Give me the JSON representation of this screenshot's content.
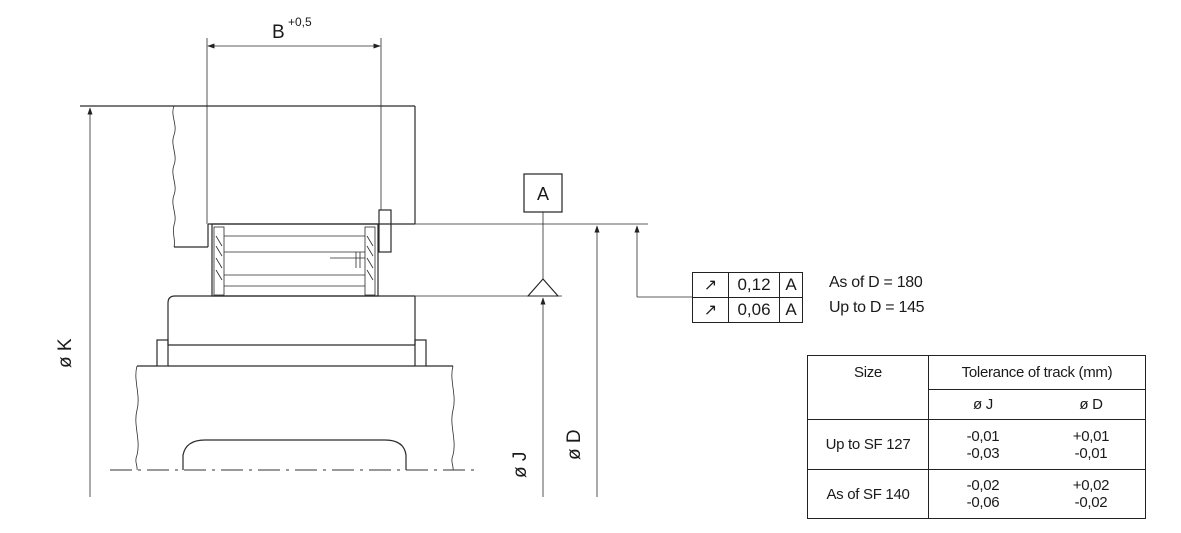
{
  "dimensions": {
    "width_label": "B",
    "width_tolerance": "+0,5",
    "outer_diameter": "ø K",
    "track_diameter": "ø D",
    "bore_diameter": "ø J",
    "datum": "A"
  },
  "tolerance_frames": [
    {
      "symbol": "↗",
      "value": "0,12",
      "datum": "A",
      "note": "As of D = 180"
    },
    {
      "symbol": "↗",
      "value": "0,06",
      "datum": "A",
      "note": "Up to D = 145"
    }
  ],
  "table": {
    "col_size": "Size",
    "col_group": "Tolerance of track (mm)",
    "sub_j": "ø J",
    "sub_d": "ø D",
    "rows": [
      {
        "size": "Up to SF 127",
        "j_upper": "-0,01",
        "j_lower": "-0,03",
        "d_upper": "+0,01",
        "d_lower": "-0,01"
      },
      {
        "size": "As of SF 140",
        "j_upper": "-0,02",
        "j_lower": "-0,06",
        "d_upper": "+0,02",
        "d_lower": "-0,02"
      }
    ]
  }
}
